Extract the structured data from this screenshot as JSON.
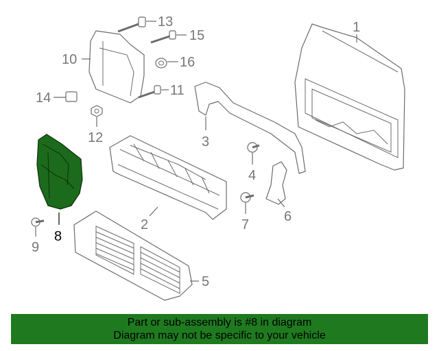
{
  "highlighted_part": "8",
  "callouts": {
    "c1": "1",
    "c2": "2",
    "c3": "3",
    "c4": "4",
    "c5": "5",
    "c6": "6",
    "c7": "7",
    "c8": "8",
    "c9": "9",
    "c10": "10",
    "c11": "11",
    "c12": "12",
    "c13": "13",
    "c14": "14",
    "c15": "15",
    "c16": "16"
  },
  "colors": {
    "highlight": "#1c6b1c",
    "banner": "#1f7a1f",
    "line": "#6b6b6b"
  },
  "banner": {
    "line1": "Part or sub-assembly is #8 in diagram",
    "line2": "Diagram may not be specific to your vehicle"
  }
}
